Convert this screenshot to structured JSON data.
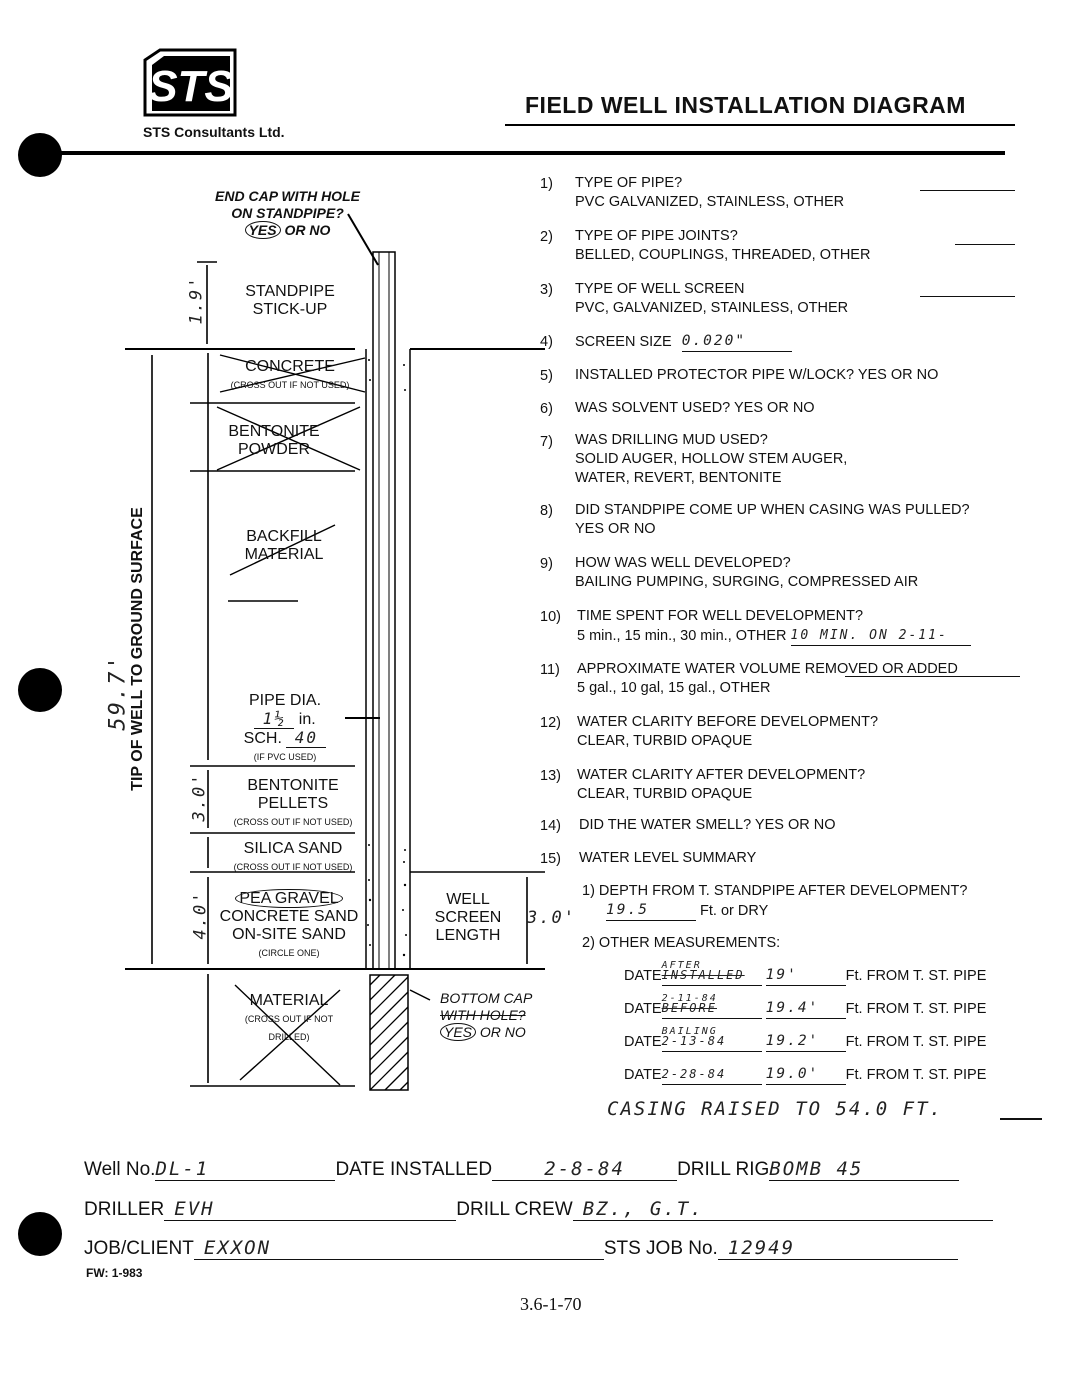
{
  "header": {
    "logo_text": "STS",
    "company": "STS Consultants Ltd.",
    "title": "FIELD WELL INSTALLATION DIAGRAM"
  },
  "diagram": {
    "end_cap": {
      "line1": "END CAP WITH HOLE",
      "line2": "ON STANDPIPE?",
      "yes": "YES",
      "or_no": "OR NO"
    },
    "standpipe": {
      "label1": "STANDPIPE",
      "label2": "STICK-UP",
      "dim": "1.9'"
    },
    "concrete": {
      "label": "CONCRETE",
      "note": "(CROSS OUT IF NOT USED)"
    },
    "bentonite_powder": {
      "label1": "BENTONITE",
      "label2": "POWDER"
    },
    "backfill": {
      "label1": "BACKFILL",
      "label2": "MATERIAL"
    },
    "pipe": {
      "label": "PIPE DIA.",
      "dia": "1½",
      "in": "in.",
      "sch": "SCH.",
      "sch_val": "40",
      "note": "(IF PVC USED)"
    },
    "bentonite_pellets": {
      "label1": "BENTONITE",
      "label2": "PELLETS",
      "note": "(CROSS OUT IF NOT USED)",
      "dim": "3.0'"
    },
    "silica": {
      "label": "SILICA SAND",
      "note": "(CROSS OUT IF NOT USED)"
    },
    "gravel": {
      "opt1": "PEA GRAVEL",
      "opt2": "CONCRETE SAND",
      "opt3": "ON-SITE SAND",
      "note": "(CIRCLE ONE)",
      "dim": "4.0'"
    },
    "screen": {
      "label1": "WELL",
      "label2": "SCREEN",
      "label3": "LENGTH",
      "dim": "3.0'"
    },
    "material": {
      "label": "MATERIAL",
      "note1": "(CROSS OUT IF NOT",
      "note2": "DRILLED)"
    },
    "bottom_cap": {
      "line1": "BOTTOM CAP",
      "line2": "WITH HOLE?",
      "yes": "YES",
      "or_no": "OR NO"
    },
    "vertical_label": "TIP OF WELL TO GROUND SURFACE",
    "vertical_dim": "59.7'"
  },
  "questions": [
    {
      "n": "1)",
      "l1": "TYPE OF PIPE?",
      "l2": "PVC  GALVANIZED,  STAINLESS,  OTHER"
    },
    {
      "n": "2)",
      "l1": "TYPE OF PIPE JOINTS?",
      "l2": "BELLED,  COUPLINGS,  THREADED,  OTHER"
    },
    {
      "n": "3)",
      "l1": "TYPE OF WELL SCREEN",
      "l2": "PVC,  GALVANIZED,  STAINLESS,  OTHER"
    },
    {
      "n": "4)",
      "l1": "SCREEN SIZE",
      "val": "0.020\""
    },
    {
      "n": "5)",
      "l1": "INSTALLED PROTECTOR PIPE W/LOCK?   YES   OR  NO"
    },
    {
      "n": "6)",
      "l1": "WAS SOLVENT USED?   YES   OR   NO"
    },
    {
      "n": "7)",
      "l1": "WAS DRILLING MUD USED?",
      "l2": "SOLID AUGER,   HOLLOW STEM AUGER,",
      "l3": "WATER,  REVERT,  BENTONITE"
    },
    {
      "n": "8)",
      "l1": "DID STANDPIPE COME UP WHEN CASING WAS PULLED?",
      "l2": "YES   OR   NO"
    },
    {
      "n": "9)",
      "l1": "HOW WAS WELL DEVELOPED?",
      "l2": "BAILING  PUMPING,  SURGING,  COMPRESSED AIR"
    },
    {
      "n": "10)",
      "l1": "TIME SPENT FOR WELL DEVELOPMENT?",
      "l2": "5 min.,   15 min.,   30 min.,   OTHER",
      "val": "10 MIN. ON 2-11-"
    },
    {
      "n": "11)",
      "l1": "APPROXIMATE WATER VOLUME REMOVED OR ADDED",
      "l2": "5 gal.,   10 gal,   15 gal.,   OTHER"
    },
    {
      "n": "12)",
      "l1": "WATER CLARITY BEFORE DEVELOPMENT?",
      "l2": "CLEAR,   TURBID   OPAQUE"
    },
    {
      "n": "13)",
      "l1": "WATER CLARITY AFTER DEVELOPMENT?",
      "l2": "CLEAR,   TURBID   OPAQUE"
    },
    {
      "n": "14)",
      "l1": "DID THE WATER SMELL?   YES   OR   NO"
    },
    {
      "n": "15)",
      "l1": "WATER LEVEL SUMMARY"
    }
  ],
  "water_level": {
    "q1": "1)  DEPTH FROM T. STANDPIPE AFTER DEVELOPMENT?",
    "q1_val": "19.5",
    "q1_unit": "Ft. or DRY",
    "q2": "2)  OTHER MEASUREMENTS:",
    "rows": [
      {
        "date_label": "DATE",
        "date_note_top": "AFTER",
        "date_val": "INSTALLED",
        "depth": "19'",
        "unit": "Ft. FROM T. ST. PIPE"
      },
      {
        "date_label": "DATE",
        "date_note_top": "2-11-84",
        "date_val": "BEFORE",
        "depth": "19.4'",
        "unit": "Ft. FROM T. ST. PIPE"
      },
      {
        "date_label": "DATE",
        "date_note_top": "BAILING",
        "date_val": "2-13-84",
        "depth": "19.2'",
        "unit": "Ft. FROM T. ST. PIPE"
      },
      {
        "date_label": "DATE",
        "date_note_top": "",
        "date_val": "2-28-84",
        "depth": "19.0'",
        "unit": "Ft. FROM T. ST. PIPE"
      }
    ],
    "note": "CASING RAISED TO 54.0 FT."
  },
  "footer": {
    "well_no_label": "Well No.",
    "well_no": "DL-1",
    "date_installed_label": "DATE INSTALLED",
    "date_installed": "2-8-84",
    "drill_rig_label": "DRILL RIG",
    "drill_rig": "BOMB 45",
    "driller_label": "DRILLER",
    "driller": "EVH",
    "drill_crew_label": "DRILL CREW",
    "drill_crew": "BZ., G.T.",
    "job_label": "JOB/CLIENT",
    "job": "EXXON",
    "sts_job_label": "STS JOB No.",
    "sts_job": "12949",
    "form_no": "FW: 1-983",
    "page_ref": "3.6-1-70"
  }
}
